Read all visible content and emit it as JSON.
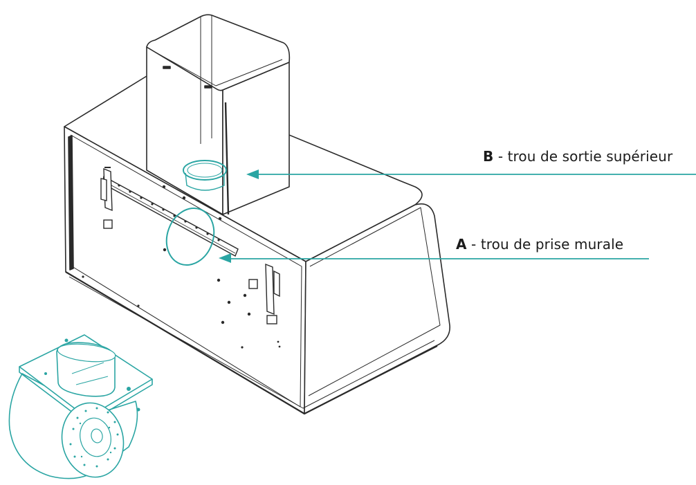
{
  "callouts": {
    "b": {
      "letter": "B",
      "separator": " - ",
      "text": "trou de sortie supérieur"
    },
    "a": {
      "letter": "A",
      "separator": " - ",
      "text": "trou de prise murale"
    }
  },
  "colors": {
    "outline": "#2a2a2a",
    "accent": "#2aa5a3"
  }
}
